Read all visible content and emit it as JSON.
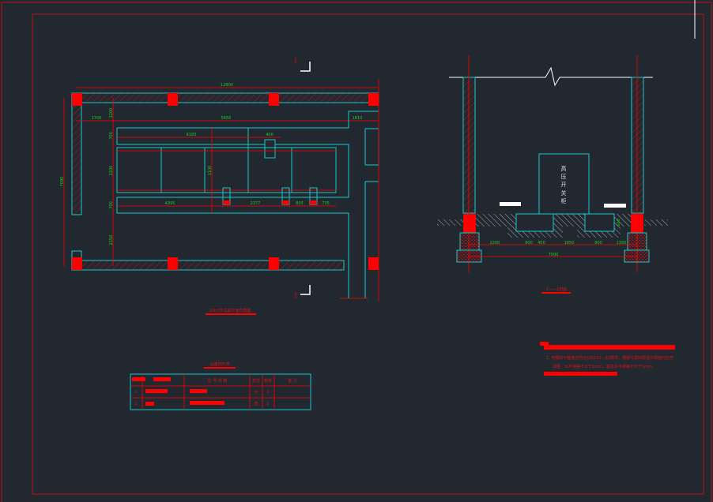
{
  "plan": {
    "title": "10kV开关站平面布置图",
    "dims": {
      "total_width": "12800",
      "total_height": "7090",
      "left_offset": "1700",
      "middle": "5650",
      "right": "1810",
      "top_gap": "1200",
      "trench_len": "6183",
      "trench_w": "400",
      "row1": "700",
      "row2": "2200",
      "row3": "700",
      "bottom_gap": "2150",
      "mid_vert": "1100",
      "b1": "4395",
      "b2": "2377",
      "b3": "835",
      "b4": "735"
    }
  },
  "section": {
    "title": "1——1剖面",
    "cabinet_label": [
      "高",
      "压",
      "开",
      "关",
      "柜"
    ],
    "dims": {
      "d1": "2200",
      "d2": "800",
      "d3": "450",
      "d4": "1850",
      "d5": "800",
      "d6": "1300",
      "total": "7000",
      "v1": "600"
    }
  },
  "table": {
    "title": "设备材料表",
    "headers": {
      "spec": "型 号 规 格",
      "unit": "单位",
      "qty": "数量",
      "note": "备    注"
    },
    "rows": [
      {
        "no": "1",
        "unit": "台",
        "qty": "1"
      },
      {
        "no": "2",
        "unit": "樘",
        "qty": "2"
      }
    ]
  },
  "notes": {
    "line1": "1. 地槽的平整度应符合GBJ232—82要求，槽钢与基础预埋件焊接时应符",
    "line2": "调整，水平误差不大于1mm，垂直水平误差不大于1mm。"
  },
  "colors": {
    "background": "#212830",
    "wall": "#18c8c8",
    "red": "#ff0000",
    "dim_text": "#19d219"
  }
}
